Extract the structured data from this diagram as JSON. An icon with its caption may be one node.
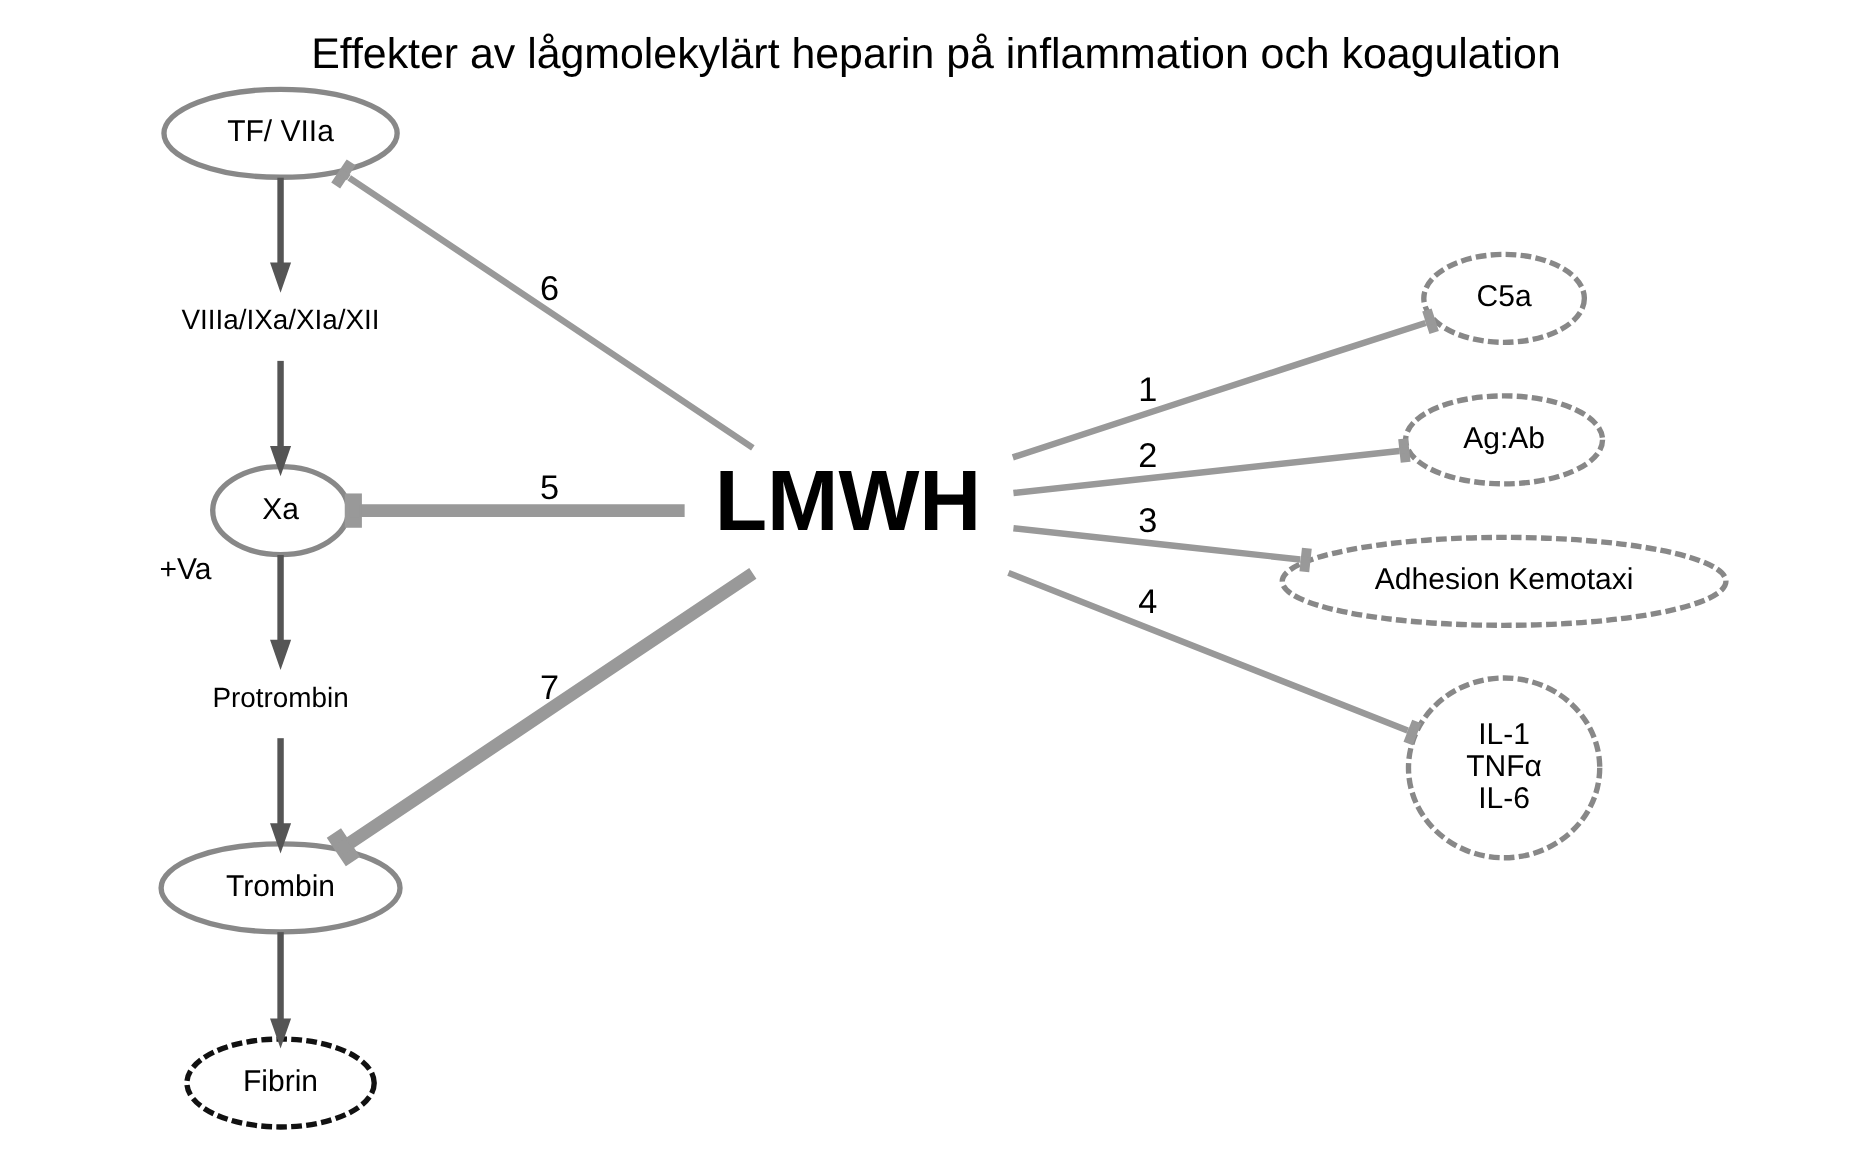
{
  "diagram": {
    "title": "Effekter av lågmolekylärt heparin på inflammation och koagulation",
    "nodes": [
      {
        "text": [
          "TF/ VIIa"
        ]
      },
      {
        "text": [
          "VIIIa/IXa/XIa/XII"
        ]
      },
      {
        "text": [
          "Xa"
        ],
        "beside": [
          "+Va"
        ]
      },
      {
        "text": [
          "Protrombin"
        ]
      },
      {
        "text": [
          "Trombin"
        ]
      },
      {
        "text": [
          "Fibrin"
        ]
      },
      {
        "text": [
          "LMWH"
        ]
      },
      {
        "text": [
          "C5a"
        ]
      },
      {
        "text": [
          "Ag:Ab"
        ]
      },
      {
        "text": [
          "Adhesion Kemotaxi"
        ]
      },
      {
        "text": [
          "IL-1",
          "TNFα",
          "IL-6"
        ]
      }
    ],
    "edges": [
      {
        "from": 0,
        "to": 1,
        "arrow": "to",
        "color": "#555555"
      },
      {
        "from": 1,
        "to": 2,
        "arrow": "to",
        "color": "#555555"
      },
      {
        "from": 2,
        "to": 3,
        "arrow": "to",
        "color": "#555555"
      },
      {
        "from": 3,
        "to": 4,
        "arrow": "to",
        "color": "#555555"
      },
      {
        "from": 4,
        "to": 5,
        "arrow": "to",
        "color": "#555555"
      },
      {
        "from": 6,
        "to": 0,
        "arrow": "other",
        "label": "6"
      },
      {
        "from": 6,
        "to": 2,
        "arrow": "other",
        "label": "5",
        "style": "thick"
      },
      {
        "from": 6,
        "to": 4,
        "arrow": "other",
        "label": "7",
        "style": "thick"
      },
      {
        "from": 6,
        "to": 7,
        "arrow": "other",
        "label": "1"
      },
      {
        "from": 6,
        "to": 8,
        "arrow": "other",
        "label": "2"
      },
      {
        "from": 6,
        "to": 9,
        "arrow": "other",
        "label": "3"
      },
      {
        "from": 6,
        "to": 10,
        "arrow": "other",
        "label": "4"
      }
    ]
  }
}
